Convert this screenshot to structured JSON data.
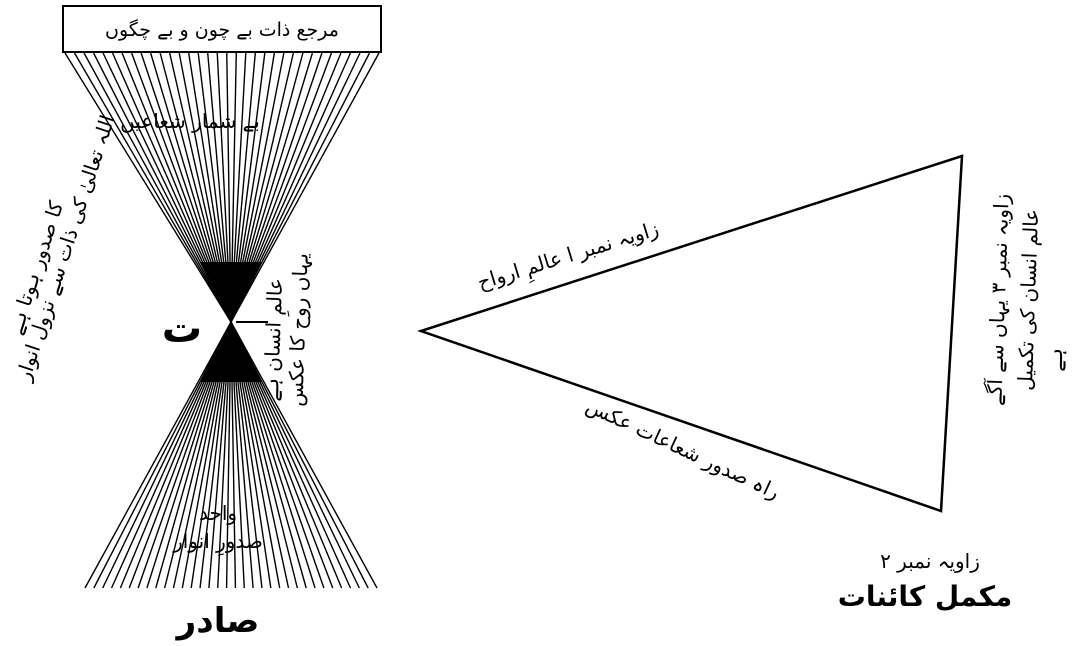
{
  "left_figure": {
    "top_box_label": "مرجع ذات بے چون و بے چگوں",
    "upper_cone_label": "بے شمار شعاعیں",
    "left_side_lines": [
      "اللہ تعالیٰ کی ذات سے نزول انوار",
      "کا صدور ہوتا ہے"
    ],
    "center_letter": "ت",
    "right_side_lines": [
      "یہاں روح کا عکس",
      "عالمِ انسان ہے"
    ],
    "lower_cone_lines": [
      "واحد",
      "صدورِ انوار"
    ],
    "bottom_label": "صادر"
  },
  "triangle": {
    "upper_edge_label": "زاویہ نمبر ا عالمِ ارواح",
    "lower_edge_label": "راہ صدور شعاعات عکس",
    "right_side_lines": [
      "زاویہ نمبر ۳ یہاں سے آگے",
      "عالم انسان کی تکمیل",
      "ہے"
    ],
    "bottom_vertex_lines": [
      "زاویہ نمبر ۲",
      "مکمل کائنات"
    ]
  },
  "colors": {
    "ink": "#000000",
    "background": "#ffffff"
  }
}
